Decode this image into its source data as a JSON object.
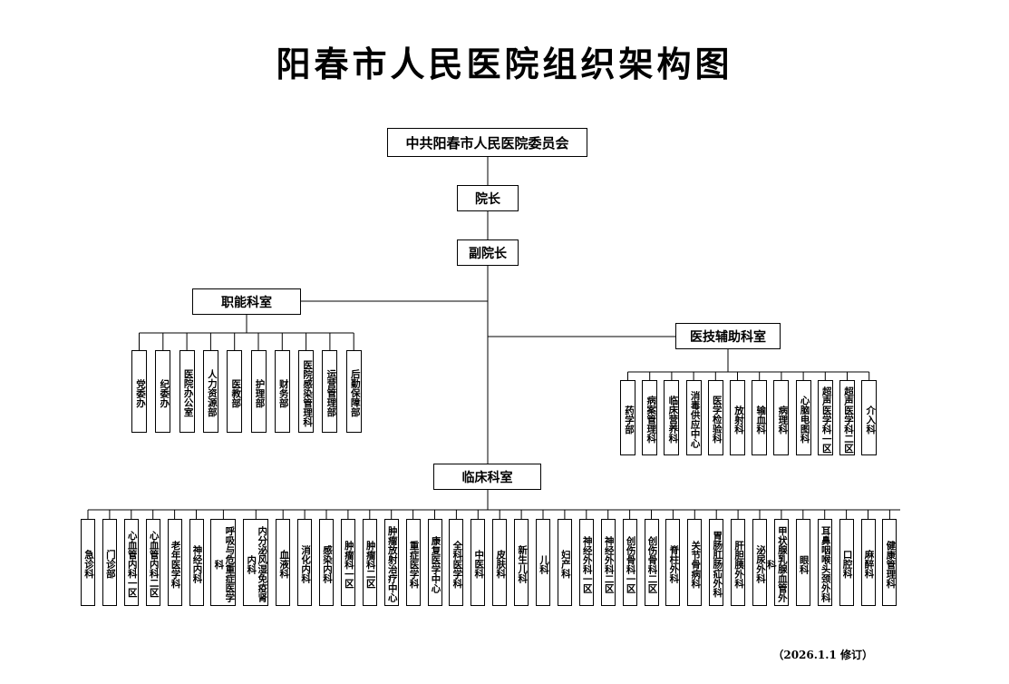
{
  "title": "阳春市人民医院组织架构图",
  "top": {
    "committee": "中共阳春市人民医院委员会",
    "president": "院长",
    "vice_president": "副院长"
  },
  "groups": {
    "functional": {
      "label": "职能科室",
      "items": [
        "党委办",
        "纪委办",
        "医院办公室",
        "人力资源部",
        "医教部",
        "护理部",
        "财务部",
        "医院感染管理科",
        "运营管理部",
        "后勤保障部"
      ]
    },
    "medtech": {
      "label": "医技辅助科室",
      "items": [
        "药学部",
        "病案管理科",
        "临床营养科",
        "消毒供应中心",
        "医学检验科",
        "放射科",
        "输血科",
        "病理科",
        "心脑电图科",
        "超声医学科一区",
        "超声医学科二区",
        "介入科"
      ]
    },
    "clinical": {
      "label": "临床科室",
      "items": [
        "急诊科",
        "门诊部",
        "心血管内科一区",
        "心血管内科二区",
        "老年医学科",
        "神经内科",
        "呼吸与危重症医学科",
        "内分泌风湿免疫肾内科",
        "血液科",
        "消化内科",
        "感染内科",
        "肿瘤科一区",
        "肿瘤科二区",
        "肿瘤放射治疗中心",
        "重症医学科",
        "康复医学中心",
        "全科医学科",
        "中医科",
        "皮肤科",
        "新生儿科",
        "儿科",
        "妇产科",
        "神经外科一区",
        "神经外科二区",
        "创伤骨科一区",
        "创伤骨科二区",
        "脊柱外科",
        "关节骨病科",
        "胃肠肛肠疝外科",
        "肝胆胰外科",
        "泌尿外科",
        "甲状腺乳腺血管外科",
        "眼科",
        "耳鼻咽喉头颈外科",
        "口腔科",
        "麻醉科",
        "健康管理科"
      ]
    }
  },
  "revision_note": "（2026.1.1 修订）"
}
